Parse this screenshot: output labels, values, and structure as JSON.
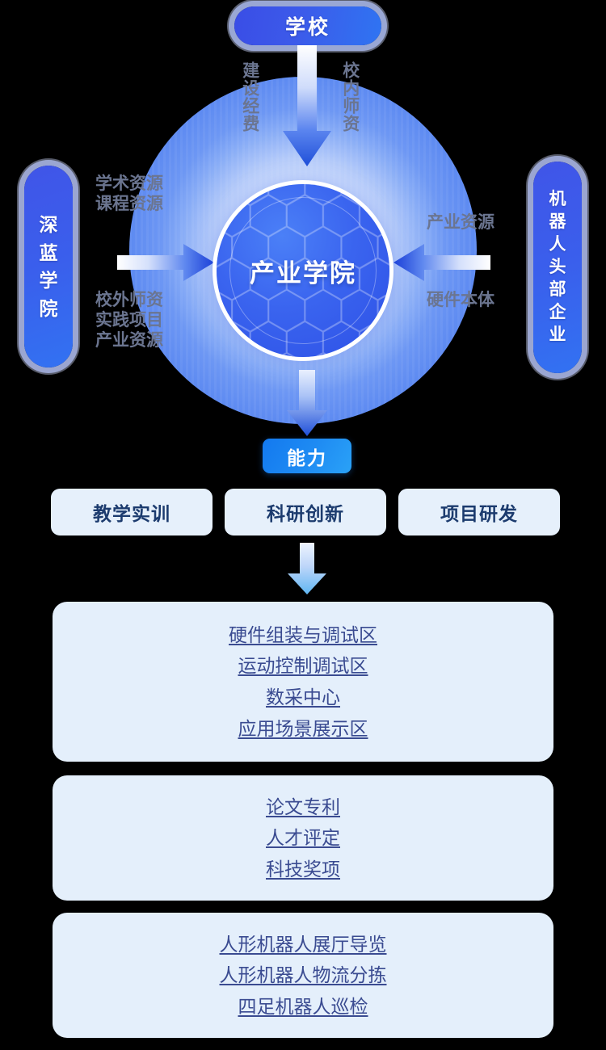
{
  "diagram": {
    "title": "产业学院",
    "top_node": {
      "label": "学校"
    },
    "left_node": {
      "label": "深蓝学院",
      "chars": [
        "深",
        "蓝",
        "学",
        "院"
      ]
    },
    "right_node": {
      "label": "机器人头部企业",
      "chars": [
        "机",
        "器",
        "人",
        "头",
        "部",
        "企",
        "业"
      ]
    },
    "center_node": {
      "label": "产业学院"
    },
    "flows": {
      "top_left": "建设经费",
      "top_right": "校内师资",
      "left_upper": [
        "学术资源",
        "课程资源"
      ],
      "left_lower": [
        "校外师资",
        "实践项目",
        "产业资源"
      ],
      "right_upper": "产业资源",
      "right_lower": "硬件本体"
    },
    "capability_badge": {
      "label": "能力"
    },
    "capabilities": [
      {
        "label": "教学实训"
      },
      {
        "label": "科研创新"
      },
      {
        "label": "项目研发"
      }
    ],
    "outcome_panels": [
      {
        "name": "teaching-practice-panel",
        "items": [
          "硬件组装与调试区",
          "运动控制调试区",
          "数采中心",
          "应用场景展示区"
        ]
      },
      {
        "name": "research-innovation-panel",
        "items": [
          "论文专利",
          "人才评定",
          "科技奖项"
        ]
      },
      {
        "name": "project-development-panel",
        "items": [
          "人形机器人展厅导览",
          "人形机器人物流分拣",
          "四足机器人巡检"
        ]
      }
    ],
    "colors": {
      "node_blue": "#3a4de6",
      "core_blue": "#3a64ef",
      "badge_blue": "#1f8cf3",
      "panel_bg": "#e4effb",
      "panel_text": "#3a4b91",
      "capability_text": "#1c3b6e",
      "flow_text": "#6b7590",
      "arrow_deep": "#1b3fd8"
    }
  }
}
